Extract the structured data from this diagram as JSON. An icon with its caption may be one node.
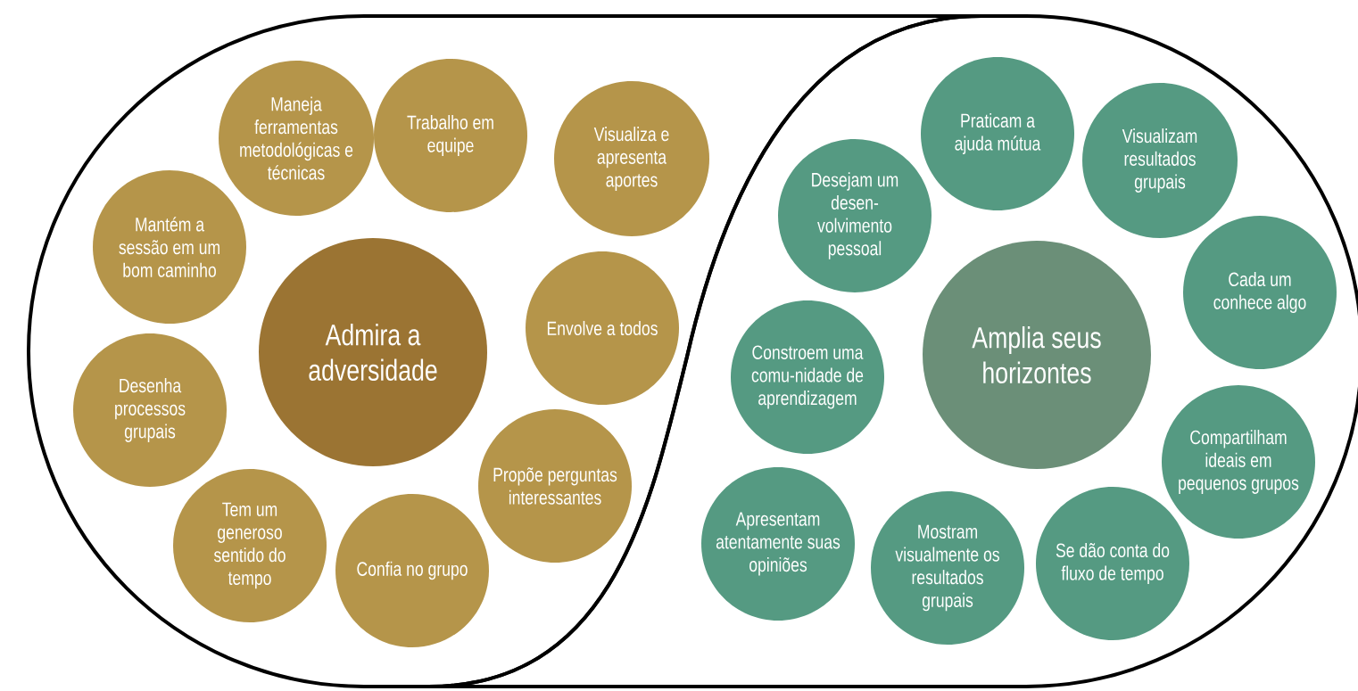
{
  "diagram": {
    "nodes": [
      {
        "text": [],
        "shape": "box"
      },
      {
        "text": [
          "Maneja ferramentas metodológicas e técnicas"
        ],
        "in": 0
      },
      {
        "text": [
          "Trabalho em equipe"
        ],
        "in": 0
      },
      {
        "text": [
          "Visualiza e apresenta aportes"
        ],
        "in": 0
      },
      {
        "text": [
          "Mantém a sessão em um bom caminho"
        ],
        "in": 0
      },
      {
        "text": [
          "Admira a adversidade"
        ],
        "in": 0
      },
      {
        "text": [
          "Envolve a todos"
        ],
        "in": 0
      },
      {
        "text": [
          "Desenha processos grupais"
        ],
        "in": 0
      },
      {
        "text": [
          "Propõe perguntas interessantes"
        ],
        "in": 0
      },
      {
        "text": [
          "Tem um generoso sentido do tempo"
        ],
        "in": 0
      },
      {
        "text": [
          "Confia no grupo"
        ],
        "in": 0
      },
      {
        "text": [],
        "shape": "box"
      },
      {
        "text": [
          "Praticam a ajuda mútua"
        ],
        "in": 11
      },
      {
        "text": [
          "Visualizam resultados grupais"
        ],
        "in": 11
      },
      {
        "text": [
          "Desejam um desen-volvimento pessoal"
        ],
        "in": 11
      },
      {
        "text": [
          "Cada um conhece algo"
        ],
        "in": 11
      },
      {
        "text": [
          "Amplia seus horizontes"
        ],
        "in": 11
      },
      {
        "text": [
          "Constroem uma comu-nidade de aprendizagem"
        ],
        "in": 11
      },
      {
        "text": [
          "Compartilham ideais em pequenos grupos"
        ],
        "in": 11
      },
      {
        "text": [
          "Apresentam atentamente suas opiniões"
        ],
        "in": 11
      },
      {
        "text": [
          "Mostram visualmente os resultados grupais"
        ],
        "in": 11
      },
      {
        "text": [
          "Se dão conta do fluxo de tempo"
        ],
        "in": 11
      }
    ]
  }
}
